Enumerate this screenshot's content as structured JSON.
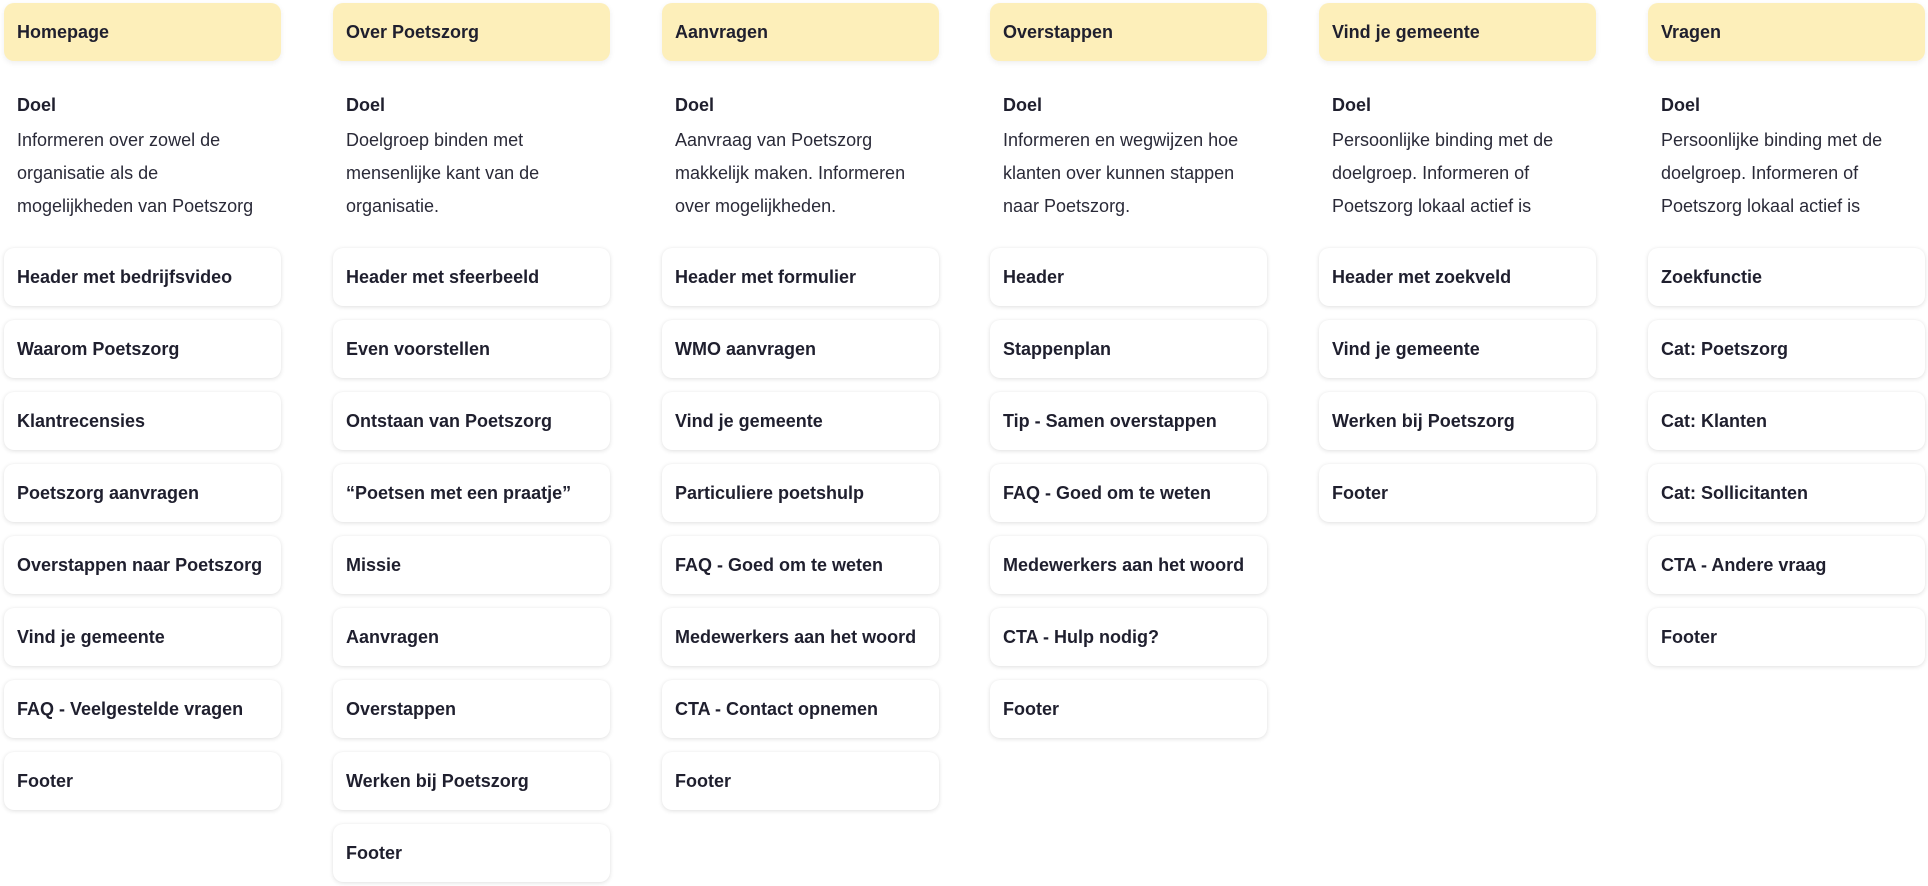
{
  "colors": {
    "header_bg": "#fdefba",
    "card_bg": "#ffffff",
    "text": "#1f1f2e"
  },
  "columns": [
    {
      "title": "Homepage",
      "goal_label": "Doel",
      "goal_text": "Informeren over zowel de organisatie als de mogelijkheden van Poetszorg",
      "items": [
        "Header met bedrijfsvideo",
        "Waarom Poetszorg",
        "Klantrecensies",
        "Poetszorg aanvragen",
        "Overstappen naar Poetszorg",
        "Vind je gemeente",
        "FAQ - Veelgestelde vragen",
        "Footer"
      ]
    },
    {
      "title": "Over Poetszorg",
      "goal_label": "Doel",
      "goal_text": "Doelgroep binden met mensenlijke kant van de organisatie.",
      "items": [
        "Header met sfeerbeeld",
        "Even voorstellen",
        "Ontstaan van Poetszorg",
        "“Poetsen met een praatje”",
        "Missie",
        "Aanvragen",
        "Overstappen",
        "Werken bij Poetszorg",
        "Footer"
      ]
    },
    {
      "title": "Aanvragen",
      "goal_label": "Doel",
      "goal_text": "Aanvraag van Poetszorg makkelijk maken. Informeren over mogelijkheden.",
      "items": [
        "Header met formulier",
        "WMO aanvragen",
        "Vind je gemeente",
        "Particuliere poetshulp",
        "FAQ - Goed om te weten",
        "Medewerkers aan het woord",
        "CTA - Contact opnemen",
        "Footer"
      ]
    },
    {
      "title": "Overstappen",
      "goal_label": "Doel",
      "goal_text": "Informeren en wegwijzen hoe klanten over kunnen stappen naar Poetszorg.",
      "items": [
        "Header",
        "Stappenplan",
        "Tip - Samen overstappen",
        "FAQ - Goed om te weten",
        "Medewerkers aan het woord",
        "CTA - Hulp nodig?",
        "Footer"
      ]
    },
    {
      "title": "Vind je gemeente",
      "goal_label": "Doel",
      "goal_text": "Persoonlijke binding met de doelgroep. Informeren of Poetszorg lokaal actief is",
      "items": [
        "Header met zoekveld",
        "Vind je gemeente",
        "Werken bij Poetszorg",
        "Footer"
      ]
    },
    {
      "title": "Vragen",
      "goal_label": "Doel",
      "goal_text": "Persoonlijke binding met de doelgroep. Informeren of Poetszorg lokaal actief is",
      "items": [
        "Zoekfunctie",
        "Cat: Poetszorg",
        "Cat: Klanten",
        "Cat: Sollicitanten",
        "CTA - Andere vraag",
        "Footer"
      ]
    }
  ]
}
